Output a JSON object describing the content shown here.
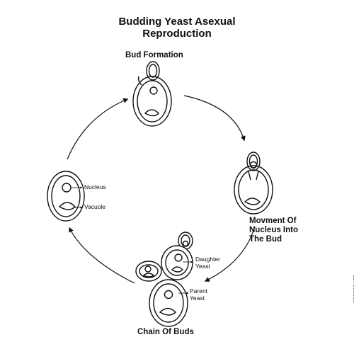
{
  "title": {
    "line1": "Budding Yeast Asexual",
    "line2": "Reproduction"
  },
  "stages": {
    "bud_formation": "Bud Formation",
    "movement": {
      "line1": "Movment Of",
      "line2": "Nucleus Into",
      "line3": "The Bud"
    },
    "chain": "Chain Of Buds"
  },
  "labels": {
    "nucleus": "Nucleus",
    "vacuole": "Vacuole",
    "daughter": {
      "line1": "Daughter",
      "line2": "Yeast"
    },
    "parent": {
      "line1": "Parent",
      "line2": "Yeast"
    }
  },
  "stock_id": "638298463",
  "colors": {
    "ink": "#111111",
    "background": "#ffffff"
  }
}
